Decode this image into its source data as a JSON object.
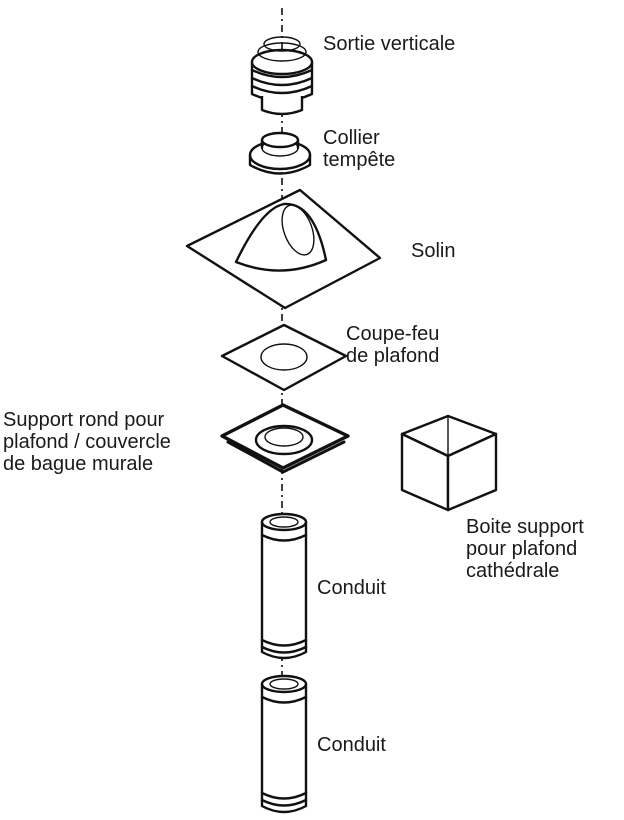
{
  "labels": {
    "vertical_outlet": "Sortie verticale",
    "storm_collar": [
      "Collier",
      "tempête"
    ],
    "flashing": "Solin",
    "firestop": [
      "Coupe-feu",
      "de plafond"
    ],
    "round_support": [
      "Support rond pour",
      "plafond / couvercle",
      "de bague murale"
    ],
    "cathedral_box": [
      "Boite support",
      "pour plafond",
      "cathédrale"
    ],
    "pipe_1": "Conduit",
    "pipe_2": "Conduit"
  }
}
